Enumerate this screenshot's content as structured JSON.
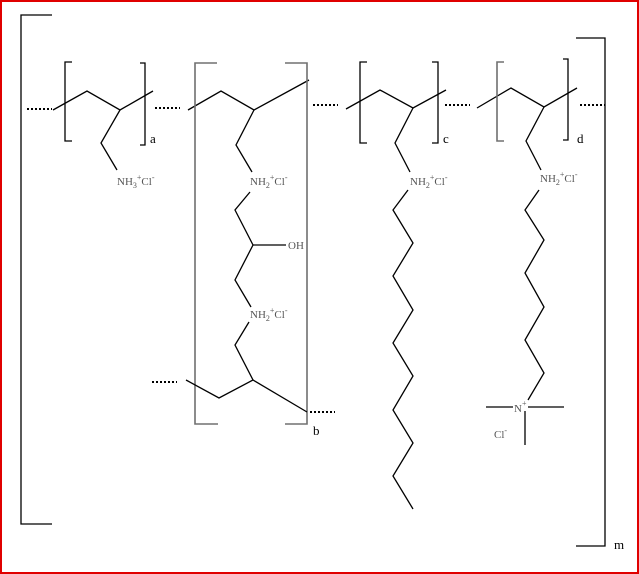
{
  "title": "Copolymer structure with repeating units a, b, c, d",
  "units": {
    "a": {
      "index": "a",
      "label": {
        "base": "NH",
        "sub": "3",
        "sup": "+",
        "ion": "Cl",
        "ion_sup": "-"
      }
    },
    "b": {
      "index": "b",
      "label1": {
        "base": "NH",
        "sub": "2",
        "sup": "+",
        "ion": "Cl",
        "ion_sup": "-"
      },
      "hydroxyl": "OH",
      "label2": {
        "base": "NH",
        "sub": "2",
        "sup": "+",
        "ion": "Cl",
        "ion_sup": "-"
      }
    },
    "c": {
      "index": "c",
      "label": {
        "base": "NH",
        "sub": "2",
        "sup": "+",
        "ion": "Cl",
        "ion_sup": "-"
      }
    },
    "d": {
      "index": "d",
      "label": {
        "base": "NH",
        "sub": "2",
        "sup": "+",
        "ion": "Cl",
        "ion_sup": "-"
      },
      "quat": {
        "atom": "N",
        "sup": "+"
      },
      "counterion": {
        "ion": "Cl",
        "ion_sup": "-"
      }
    }
  },
  "outer_index": "m",
  "colors": {
    "border": "#e00000",
    "bond": "#000000",
    "text": "#555555"
  }
}
